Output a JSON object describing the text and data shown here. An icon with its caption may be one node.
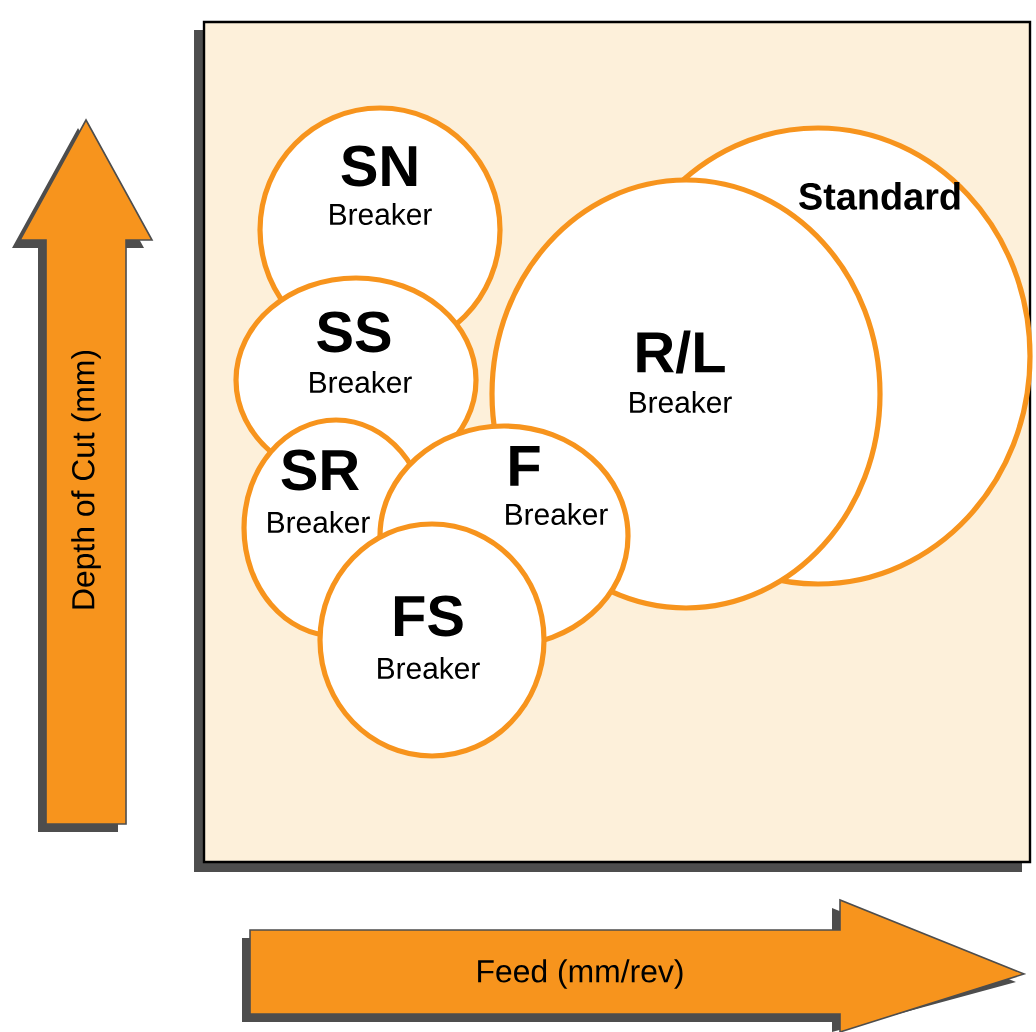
{
  "diagram": {
    "nodes": [
      {
        "text": [
          "SN",
          "Breaker"
        ]
      },
      {
        "text": [
          "Standard"
        ]
      },
      {
        "text": [
          "SS",
          "Breaker"
        ]
      },
      {
        "text": [
          "R/L",
          "Breaker"
        ]
      },
      {
        "text": [
          "SR",
          "Breaker"
        ]
      },
      {
        "text": [
          "F",
          "Breaker"
        ]
      },
      {
        "text": [
          "FS",
          "Breaker"
        ]
      }
    ],
    "labels": [
      "Depth of Cut (mm)",
      "Feed (mm/rev)"
    ]
  }
}
